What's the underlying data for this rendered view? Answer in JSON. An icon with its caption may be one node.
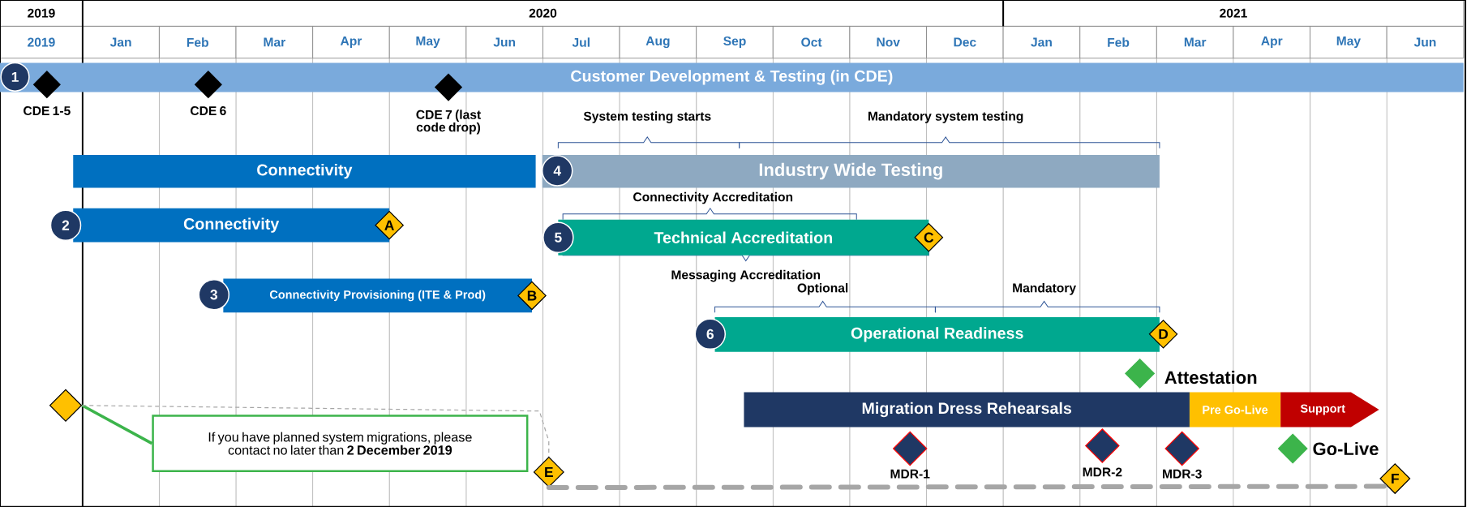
{
  "diagram": {
    "nodes": [
      {
        "text": [
          "1"
        ],
        "in": 1
      },
      {
        "text": [
          "Customer Development & Testing (in CDE)"
        ]
      },
      {
        "text": [],
        "shape": "diamond",
        "beside": [
          "CDE 1-5"
        ]
      },
      {
        "text": [],
        "shape": "diamond",
        "beside": [
          "CDE 6"
        ]
      },
      {
        "text": [],
        "shape": "diamond",
        "beside": [
          "CDE 7 (last code drop)"
        ]
      },
      {
        "text": [
          "Connectivity"
        ]
      },
      {
        "text": [
          "4"
        ],
        "in": 7
      },
      {
        "text": [
          "Industry Wide Testing"
        ]
      },
      {
        "text": [
          "2"
        ]
      },
      {
        "text": [
          "Connectivity"
        ]
      },
      {
        "text": [
          "A"
        ]
      },
      {
        "text": [
          "5"
        ]
      },
      {
        "text": [
          "Technical Accreditation"
        ]
      },
      {
        "text": [
          "C"
        ]
      },
      {
        "text": [
          "3"
        ]
      },
      {
        "text": [
          "Connectivity Provisioning (ITE & Prod)"
        ]
      },
      {
        "text": [
          "B"
        ]
      },
      {
        "text": [
          "6"
        ]
      },
      {
        "text": [
          "Operational Readiness"
        ]
      },
      {
        "text": [
          "D"
        ]
      },
      {
        "text": [],
        "shape": "diamond",
        "beside": [
          "Attestation"
        ]
      },
      {
        "text": [
          "Migration Dress Rehearsals"
        ]
      },
      {
        "text": [
          "Pre Go-Live"
        ]
      },
      {
        "text": [
          "Support"
        ]
      },
      {
        "text": [],
        "shape": "diamond",
        "beside": [
          "MDR-1"
        ]
      },
      {
        "text": [],
        "shape": "diamond",
        "beside": [
          "MDR-2"
        ]
      },
      {
        "text": [],
        "shape": "diamond",
        "beside": [
          "MDR-3"
        ]
      },
      {
        "text": [],
        "shape": "diamond",
        "beside": [
          "Go-Live"
        ]
      },
      {
        "text": [],
        "shape": "diamond"
      },
      {
        "text": [
          "If you have planned system migrations, please contact no later than **2 December 2019**"
        ]
      },
      {
        "text": [
          "E"
        ]
      },
      {
        "text": [
          "F"
        ]
      }
    ],
    "edges": [
      {
        "from": 28,
        "to": 29,
        "arrow": "none",
        "color": "#3cb44b"
      },
      {
        "from": 28,
        "to": 30,
        "arrow": "none",
        "style": "dashed",
        "color": "#a6a6a6"
      },
      {
        "from": 30,
        "to": 31,
        "arrow": "none",
        "style": "dashed",
        "color": "#a6a6a6"
      }
    ],
    "labels": [
      "2019",
      "2020",
      "2021",
      "2019",
      "Jan",
      "Feb",
      "Mar",
      "Apr",
      "May",
      "Jun",
      "Jul",
      "Aug",
      "Sep",
      "Oct",
      "Nov",
      "Dec",
      "Jan",
      "Feb",
      "Mar",
      "Apr",
      "May",
      "Jun",
      "System testing starts",
      "Mandatory system testing",
      "Connectivity Accreditation",
      "Messaging Accreditation",
      "Optional",
      "Mandatory"
    ]
  }
}
